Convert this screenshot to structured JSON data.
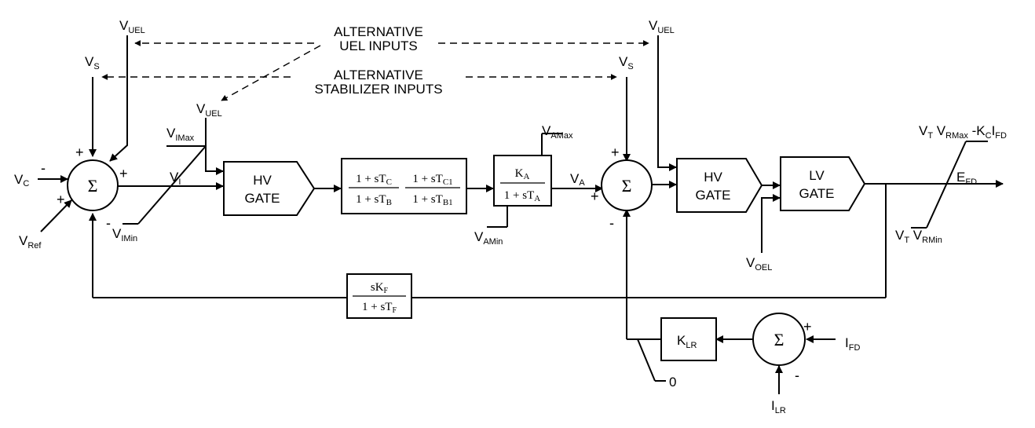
{
  "signals": {
    "vc": {
      "main": "V",
      "sub": "C"
    },
    "vref": {
      "main": "V",
      "sub": "Ref"
    },
    "vs_left": {
      "main": "V",
      "sub": "S"
    },
    "vuel_left": {
      "main": "V",
      "sub": "UEL"
    },
    "vuel_mid": {
      "main": "V",
      "sub": "UEL"
    },
    "vimax": {
      "main": "V",
      "sub": "IMax"
    },
    "vimin": {
      "main": "V",
      "sub": "IMin"
    },
    "vi": {
      "main": "V",
      "sub": "I"
    },
    "vamax": {
      "main": "V",
      "sub": "AMax"
    },
    "vamin": {
      "main": "V",
      "sub": "AMin"
    },
    "va": {
      "main": "V",
      "sub": "A"
    },
    "vs_right": {
      "main": "V",
      "sub": "S"
    },
    "vuel_right": {
      "main": "V",
      "sub": "UEL"
    },
    "voel": {
      "main": "V",
      "sub": "OEL"
    },
    "efd": {
      "main": "E",
      "sub": "FD"
    },
    "ifd": {
      "main": "I",
      "sub": "FD"
    },
    "ilr": {
      "main": "I",
      "sub": "LR"
    },
    "vrmax": {
      "a": "V",
      "as": "T",
      "b": " V",
      "bs": "RMax",
      "c": " -K",
      "cs": "C",
      "d": "I",
      "ds": "FD"
    },
    "vrmin": {
      "a": "V",
      "as": "T",
      "b": " V",
      "bs": "RMin"
    },
    "zero": "0"
  },
  "notes": {
    "alt_uel_1": "ALTERNATIVE",
    "alt_uel_2": "UEL INPUTS",
    "alt_stab_1": "ALTERNATIVE",
    "alt_stab_2": "STABILIZER INPUTS"
  },
  "blocks": {
    "hv_gate_1": [
      "HV",
      "GATE"
    ],
    "hv_gate_2": [
      "HV",
      "GATE"
    ],
    "lv_gate": [
      "LV",
      "GATE"
    ],
    "sum_symbol": "Σ",
    "lead_lag": {
      "num1": "1 + sT",
      "num1s": "C",
      "den1": "1 + sT",
      "den1s": "B",
      "num2": "1 + sT",
      "num2s": "C1",
      "den2": "1 + sT",
      "den2s": "B1"
    },
    "amplifier": {
      "num": "K",
      "nums": "A",
      "den": "1 + sT",
      "dens": "A"
    },
    "feedback": {
      "num": "sK",
      "nums": "F",
      "den": "1 + sT",
      "dens": "F"
    },
    "klr": {
      "main": "K",
      "sub": "LR"
    }
  },
  "signs": {
    "s1_vc": "-",
    "s1_vref": "+",
    "s1_vs": "+",
    "s1_vuel": "+",
    "s1_fb": "-",
    "s2_va": "+",
    "s2_vs": "+",
    "s2_lim": "-",
    "s3_ifd": "+",
    "s3_ilr": "-"
  }
}
